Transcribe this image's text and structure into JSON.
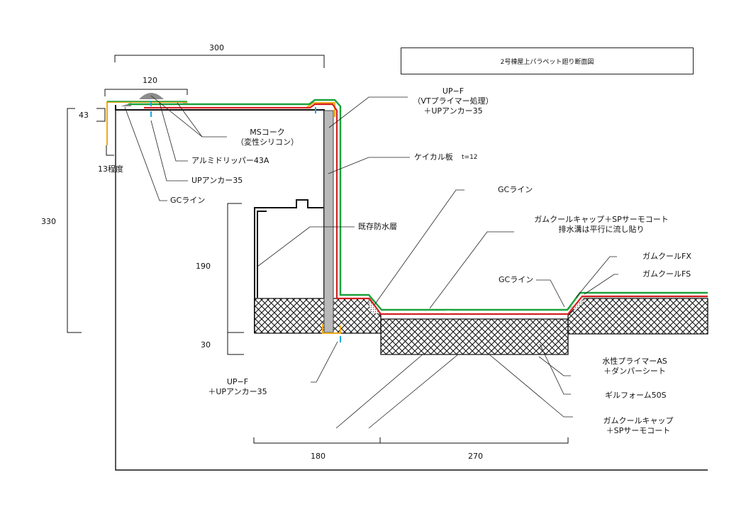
{
  "title": "2号棟屋上パラペット廻り断面図",
  "dimensions": {
    "d300": "300",
    "d120": "120",
    "d43": "43",
    "d13": "13程度",
    "d330": "330",
    "d190": "190",
    "d30": "30",
    "d180": "180",
    "d270": "270"
  },
  "callouts": {
    "upf_vt": [
      "UP−F",
      "（VTプライマー処理）",
      "＋UPアンカー35"
    ],
    "ms_caulk": [
      "MSコーク",
      "（変性シリコン）"
    ],
    "alumi_dripper": "アルミドリッパー43A",
    "up_anchor": "UPアンカー35",
    "gc_line_top": "GCライン",
    "keical": "ケイカル板",
    "keical_t": "t=12",
    "gc_line_mid": "GCライン",
    "existing_waterproof": "既存防水層",
    "gumcool_sp": [
      "ガムクールキャップ＋SPサーモコート",
      "排水溝は平行に流し貼り"
    ],
    "gumcool_fx": "ガムクールFX",
    "gumcool_fs": "ガムクールFS",
    "gc_line_low": "GCライン",
    "upf_bottom": [
      "UP−F",
      "＋UPアンカー35"
    ],
    "primer_as": [
      "水性プライマーAS",
      "＋ダンパーシート"
    ],
    "gilfoam": "ギルフォーム50S",
    "gumcool_cap": [
      "ガムクールキャップ",
      "＋SPサーモコート"
    ]
  },
  "colors": {
    "line": "#111111",
    "leader": "#222222",
    "green": "#1aa33a",
    "red": "#d42020",
    "yellow": "#f2a91e",
    "gray": "#b9b9b9",
    "cap_gray": "#8c8c8c",
    "blue": "#1aa7e6"
  }
}
